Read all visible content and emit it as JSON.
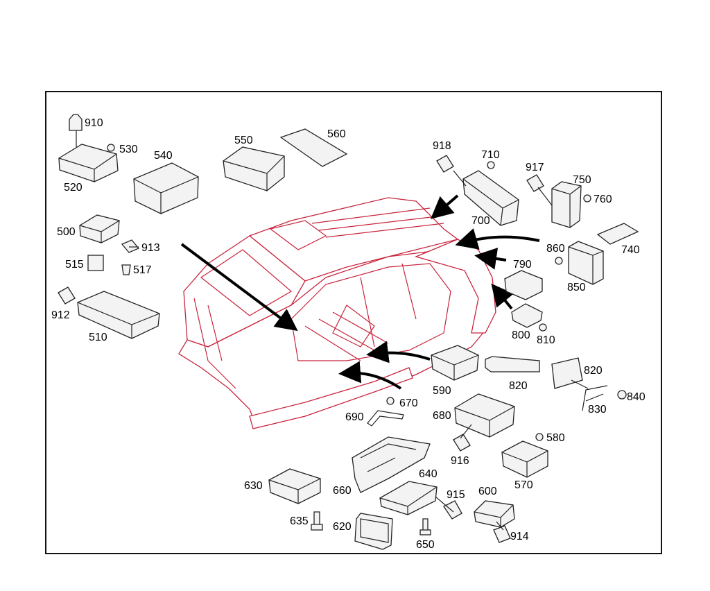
{
  "part_labels": {
    "p910": "910",
    "p530": "530",
    "p520": "520",
    "p540": "540",
    "p550": "550",
    "p560": "560",
    "p500": "500",
    "p913": "913",
    "p515": "515",
    "p517": "517",
    "p912": "912",
    "p510": "510",
    "p918": "918",
    "p710": "710",
    "p917": "917",
    "p750": "750",
    "p760": "760",
    "p700": "700",
    "p860": "860",
    "p740": "740",
    "p790": "790",
    "p850": "850",
    "p800": "800",
    "p810": "810",
    "p590": "590",
    "p820a": "820",
    "p820b": "820",
    "p830": "830",
    "p840": "840",
    "p670": "670",
    "p690": "690",
    "p680": "680",
    "p916": "916",
    "p580": "580",
    "p570": "570",
    "p630": "630",
    "p660": "660",
    "p640": "640",
    "p915": "915",
    "p600": "600",
    "p635": "635",
    "p620": "620",
    "p650": "650",
    "p914": "914"
  },
  "colors": {
    "outline_red": "#c8233c",
    "frame_black": "#111111"
  }
}
